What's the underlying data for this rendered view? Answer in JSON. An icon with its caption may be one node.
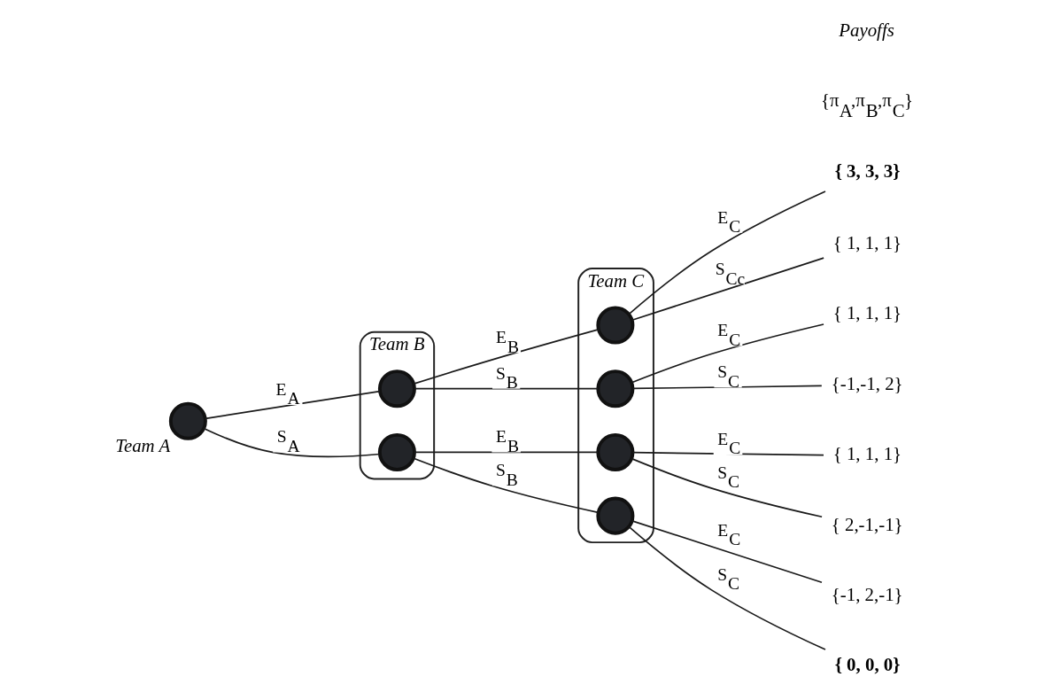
{
  "diagram": {
    "nodes": [
      {
        "text": [],
        "shape": "circle",
        "beside": [
          "Team A"
        ]
      },
      {
        "text": [
          "Team B"
        ]
      },
      {
        "text": [],
        "shape": "circle",
        "in": 1
      },
      {
        "text": [],
        "shape": "circle",
        "in": 1
      },
      {
        "text": [
          "Team C"
        ]
      },
      {
        "text": [],
        "shape": "circle",
        "in": 4
      },
      {
        "text": [],
        "shape": "circle",
        "in": 4
      },
      {
        "text": [],
        "shape": "circle",
        "in": 4
      },
      {
        "text": [],
        "shape": "circle",
        "in": 4
      },
      {
        "text": [
          "{ 3, 3, 3}"
        ]
      },
      {
        "text": [
          "{ 1, 1, 1}"
        ]
      },
      {
        "text": [
          "{ 1, 1, 1}"
        ]
      },
      {
        "text": [
          "{-1,-1, 2}"
        ]
      },
      {
        "text": [
          "{ 1, 1, 1}"
        ]
      },
      {
        "text": [
          "{ 2,-1,-1}"
        ]
      },
      {
        "text": [
          "{-1, 2,-1}"
        ]
      },
      {
        "text": [
          "{ 0, 0, 0}"
        ]
      }
    ],
    "edges": [
      {
        "from": 0,
        "to": 2,
        "arrow": "none",
        "label": "E$_{A}$"
      },
      {
        "from": 0,
        "to": 3,
        "arrow": "none",
        "label": "S$_{A}$"
      },
      {
        "from": 2,
        "to": 5,
        "arrow": "none",
        "label": "E$_{B}$"
      },
      {
        "from": 2,
        "to": 6,
        "arrow": "none",
        "label": "S$_{B}$"
      },
      {
        "from": 3,
        "to": 7,
        "arrow": "none",
        "label": "E$_{B}$"
      },
      {
        "from": 3,
        "to": 8,
        "arrow": "none",
        "label": "S$_{B}$"
      },
      {
        "from": 5,
        "to": 9,
        "arrow": "none",
        "label": "E$_{C}$"
      },
      {
        "from": 5,
        "to": 10,
        "arrow": "none",
        "label": "S$_{Cc}$"
      },
      {
        "from": 6,
        "to": 11,
        "arrow": "none",
        "label": "E$_{C}$"
      },
      {
        "from": 6,
        "to": 12,
        "arrow": "none",
        "label": "S$_{C}$"
      },
      {
        "from": 7,
        "to": 13,
        "arrow": "none",
        "label": "E$_{C}$"
      },
      {
        "from": 7,
        "to": 14,
        "arrow": "none",
        "label": "S$_{C}$"
      },
      {
        "from": 8,
        "to": 15,
        "arrow": "none",
        "label": "E$_{C}$"
      },
      {
        "from": 8,
        "to": 16,
        "arrow": "none",
        "label": "S$_{C}$"
      }
    ],
    "labels": [
      "Payoffs",
      "{π$_{A}$,π$_{B}$,π$_{C}$}"
    ]
  }
}
